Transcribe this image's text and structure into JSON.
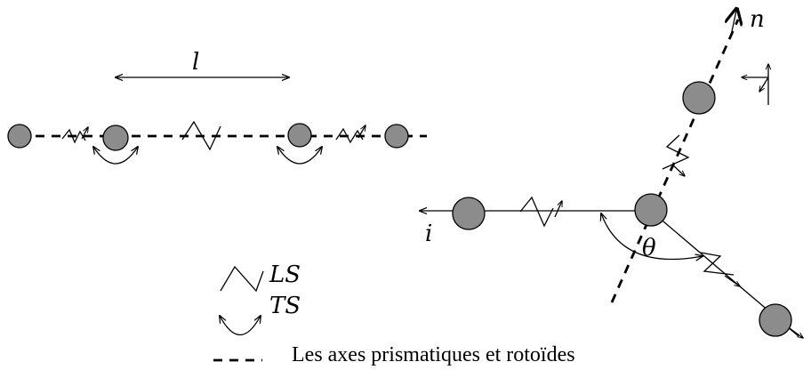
{
  "labels": {
    "length": "l",
    "normal": "n",
    "incoming": "i",
    "angle": "θ"
  },
  "legend": {
    "ls": "LS",
    "ts": "TS",
    "axes": "Les axes prismatiques et rotoïdes"
  },
  "colors": {
    "atom_fill": "#8c8c8c",
    "ink": "#000000"
  }
}
